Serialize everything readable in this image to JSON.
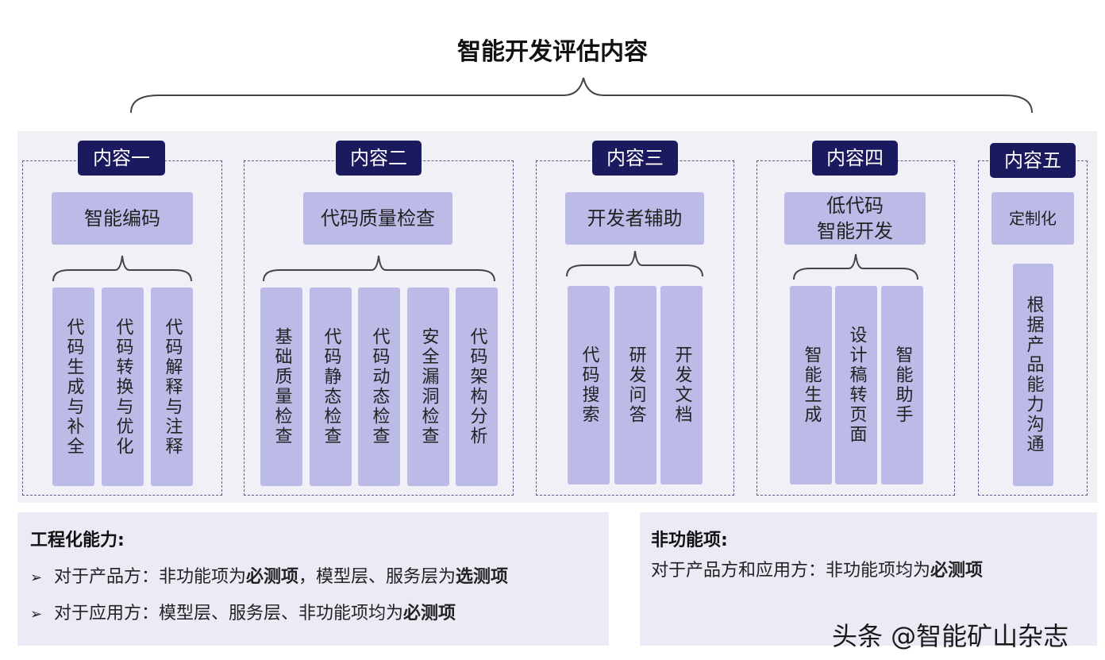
{
  "title": "智能开发评估内容",
  "columns": [
    {
      "tag": "内容一",
      "head": "智能编码",
      "items": [
        "代码生成与补全",
        "代码转换与优化",
        "代码解释与注释"
      ]
    },
    {
      "tag": "内容二",
      "head": "代码质量检查",
      "items": [
        "基础质量检查",
        "代码静态检查",
        "代码动态检查",
        "安全漏洞检查",
        "代码架构分析"
      ]
    },
    {
      "tag": "内容三",
      "head": "开发者辅助",
      "items": [
        "代码搜索",
        "研发问答",
        "开发文档"
      ]
    },
    {
      "tag": "内容四",
      "head": "低代码\n智能开发",
      "items": [
        "智能生成",
        "设计稿转页面",
        "智能助手"
      ]
    },
    {
      "tag": "内容五",
      "head": "定制化",
      "items": [
        "根据产品能力沟通"
      ]
    }
  ],
  "engineering": {
    "title": "工程化能力:",
    "line1": {
      "prefix": "对于产品方：非功能项为",
      "bold1": "必测项",
      "middle": "，模型层、服务层为",
      "bold2": "选测项"
    },
    "line2": {
      "prefix": "对于应用方：模型层、服务层、非功能项均为",
      "bold": "必测项"
    }
  },
  "nonfunctional": {
    "title": "非功能项:",
    "line": {
      "prefix": "对于产品方和应用方：非功能项均为",
      "bold": "必测项"
    }
  },
  "watermark": "头条 @智能矿山杂志"
}
